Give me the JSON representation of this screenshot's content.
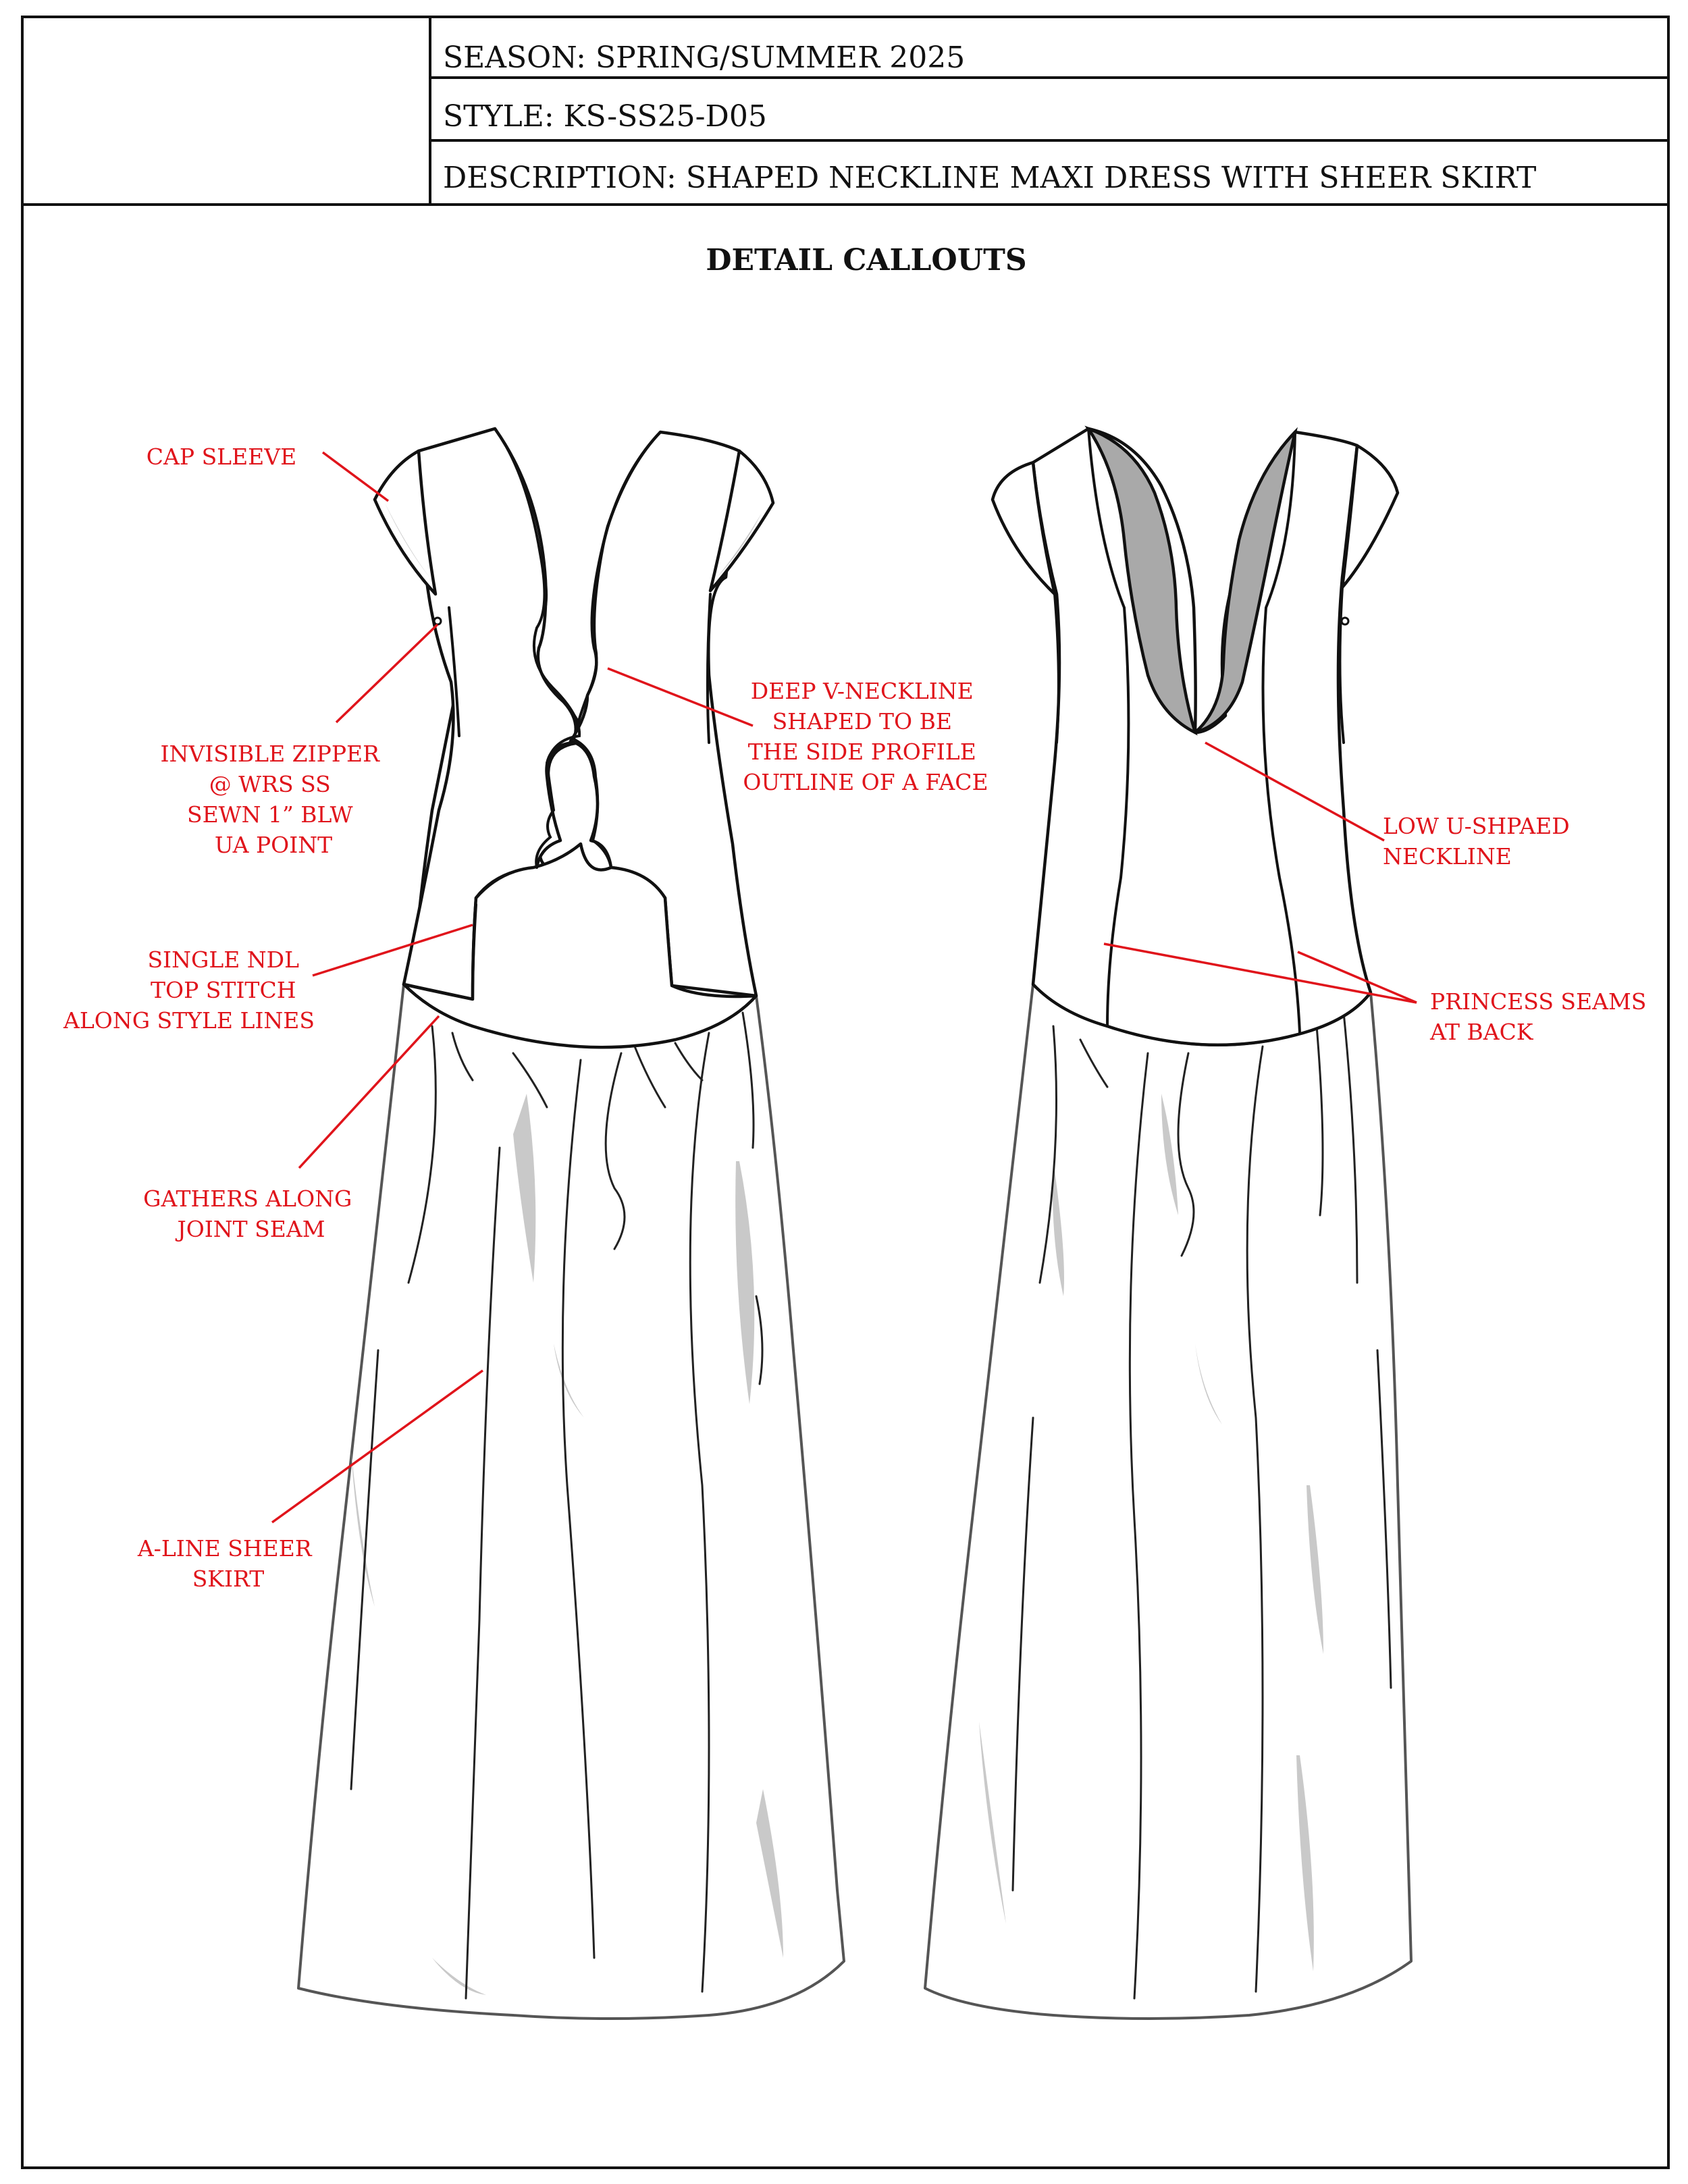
{
  "header": {
    "season": "SEASON: SPRING/SUMMER 2025",
    "style": "STYLE: KS-SS25-D05",
    "description": "DESCRIPTION: SHAPED NECKLINE MAXI DRESS WITH SHEER SKIRT"
  },
  "section_title": "DETAIL CALLOUTS",
  "callouts": {
    "cap_sleeve": [
      "CAP SLEEVE"
    ],
    "invisible_zipper": [
      "INVISIBLE ZIPPER",
      "@ WRS SS",
      "SEWN 1” BLW",
      "UA POINT"
    ],
    "single_ndl": [
      "SINGLE NDL",
      "TOP STITCH",
      "ALONG STYLE LINES"
    ],
    "gathers": [
      "GATHERS ALONG",
      "JOINT SEAM"
    ],
    "sheer_skirt": [
      "A-LINE SHEER",
      "SKIRT"
    ],
    "v_neckline": [
      "DEEP V-NECKLINE",
      "SHAPED TO BE",
      "THE SIDE PROFILE",
      "OUTLINE OF A FACE"
    ],
    "u_neckline": [
      "LOW U-SHPAED",
      "NECKLINE"
    ],
    "princess_seams": [
      "PRINCESS SEAMS",
      "AT BACK"
    ]
  },
  "colors": {
    "callout_red": "#e0141b",
    "outline": "#111111",
    "lining_gray": "#a9a9a9",
    "shadow_gray": "#c9c9c9"
  }
}
